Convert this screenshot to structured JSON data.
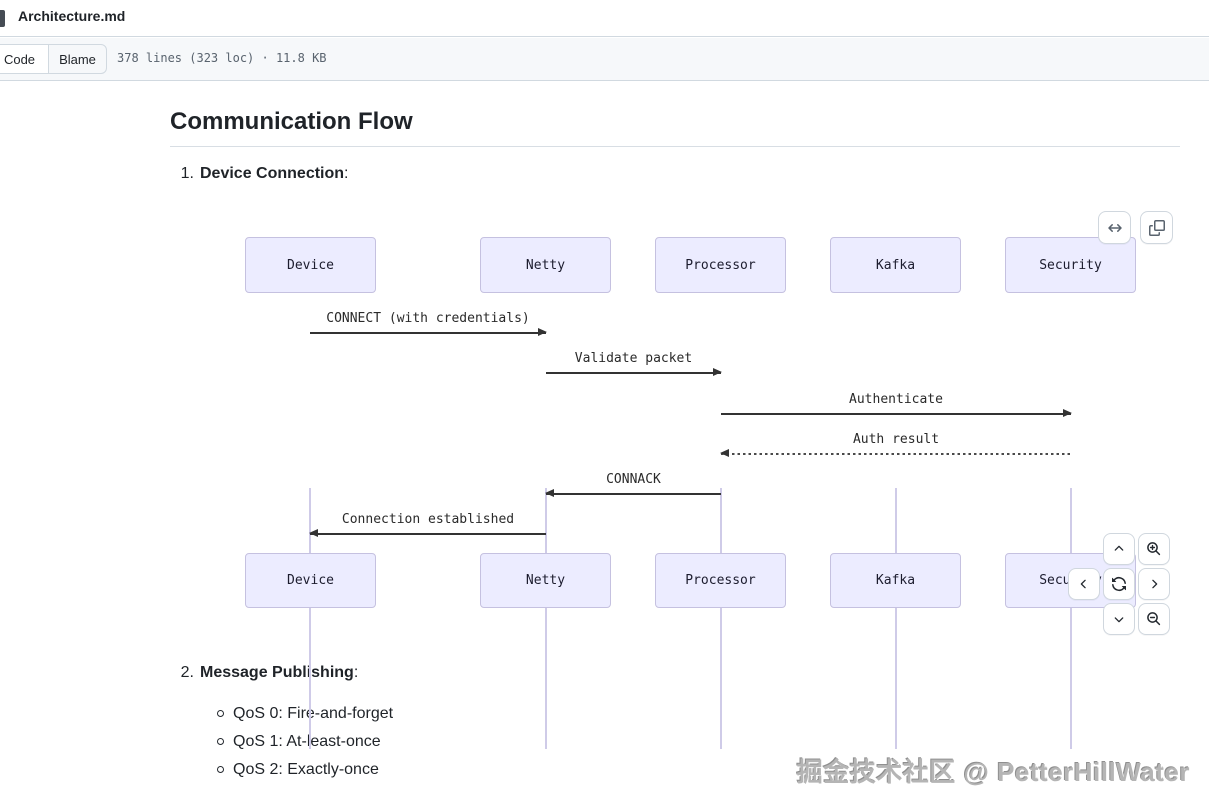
{
  "window": {
    "title": "Architecture.md"
  },
  "toolbar": {
    "tabs": [
      {
        "label": "Code",
        "selected": true
      },
      {
        "label": "Blame",
        "selected": false
      }
    ],
    "file_info": "378 lines (323 loc) · 11.8 KB"
  },
  "article": {
    "heading": "Communication Flow",
    "items": [
      {
        "number": "1.",
        "title": "Device Connection",
        "suffix": ":"
      },
      {
        "number": "2.",
        "title": "Message Publishing",
        "suffix": ":"
      }
    ],
    "qos_list": [
      "QoS 0: Fire-and-forget",
      "QoS 1: At-least-once",
      "QoS 2: Exactly-once"
    ]
  },
  "diagram": {
    "type": "sequence",
    "actors": [
      "Device",
      "Netty",
      "Processor",
      "Kafka",
      "Security"
    ],
    "messages": [
      {
        "from": "Device",
        "to": "Netty",
        "label": "CONNECT (with credentials)",
        "style": "solid",
        "direction": "right"
      },
      {
        "from": "Netty",
        "to": "Processor",
        "label": "Validate packet",
        "style": "solid",
        "direction": "right"
      },
      {
        "from": "Processor",
        "to": "Security",
        "label": "Authenticate",
        "style": "solid",
        "direction": "right"
      },
      {
        "from": "Security",
        "to": "Processor",
        "label": "Auth result",
        "style": "dashed",
        "direction": "left"
      },
      {
        "from": "Processor",
        "to": "Netty",
        "label": "CONNACK",
        "style": "solid",
        "direction": "left"
      },
      {
        "from": "Netty",
        "to": "Device",
        "label": "Connection established",
        "style": "solid",
        "direction": "left"
      }
    ],
    "colors": {
      "actor_fill": "#ececff",
      "actor_border": "#c5c1e0",
      "lifeline": "#cfcbe8",
      "arrow": "#333333"
    },
    "controls": {
      "top_icons": [
        "arrows-horizontal-icon",
        "copy-icon"
      ],
      "pan_zoom_icons": [
        "chevron-up-icon",
        "zoom-in-icon",
        "chevron-left-icon",
        "sync-icon",
        "chevron-right-icon",
        "chevron-down-icon",
        "zoom-out-icon"
      ]
    }
  },
  "watermark": "掘金技术社区 @ PetterHillWater"
}
